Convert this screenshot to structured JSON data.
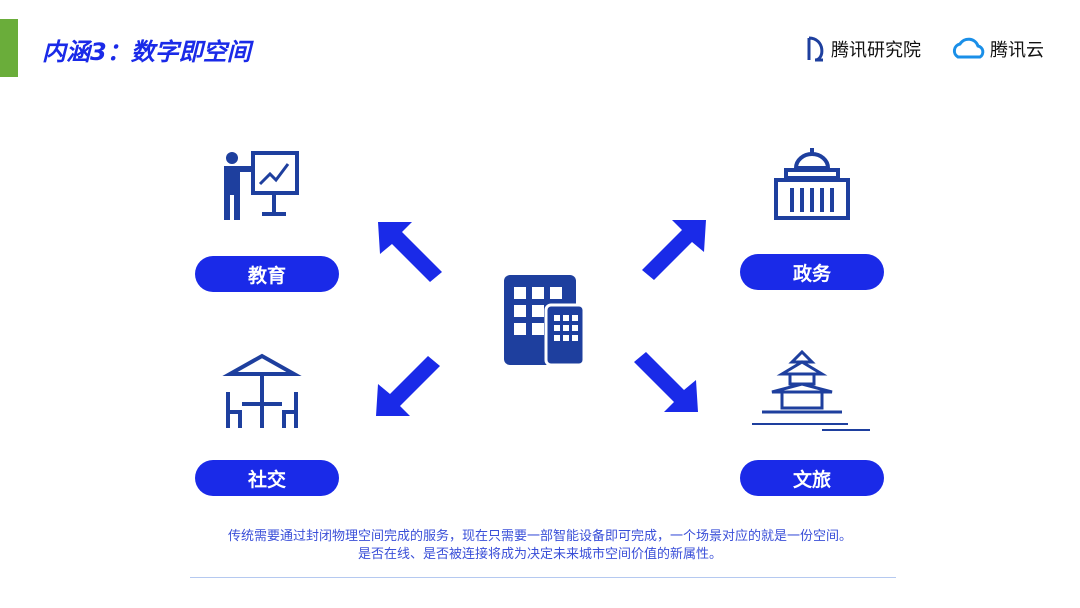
{
  "header": {
    "title": "内涵3：数字即空间",
    "logo1": "腾讯研究院",
    "logo2": "腾讯云"
  },
  "categories": [
    {
      "label": "教育",
      "icon": "teacher-presentation-icon"
    },
    {
      "label": "政务",
      "icon": "government-building-icon"
    },
    {
      "label": "社交",
      "icon": "cafe-table-icon"
    },
    {
      "label": "文旅",
      "icon": "temple-icon"
    }
  ],
  "center_icon": "tablet-phone-icon",
  "caption": {
    "line1": "传统需要通过封闭物理空间完成的服务，现在只需要一部智能设备即可完成，一个场景对应的就是一份空间。",
    "line2": "是否在线、是否被连接将成为决定未来城市空间价值的新属性。"
  },
  "colors": {
    "accent": "#1a2ae8",
    "bar": "#6aad3a",
    "icon": "#1e3f9e"
  }
}
